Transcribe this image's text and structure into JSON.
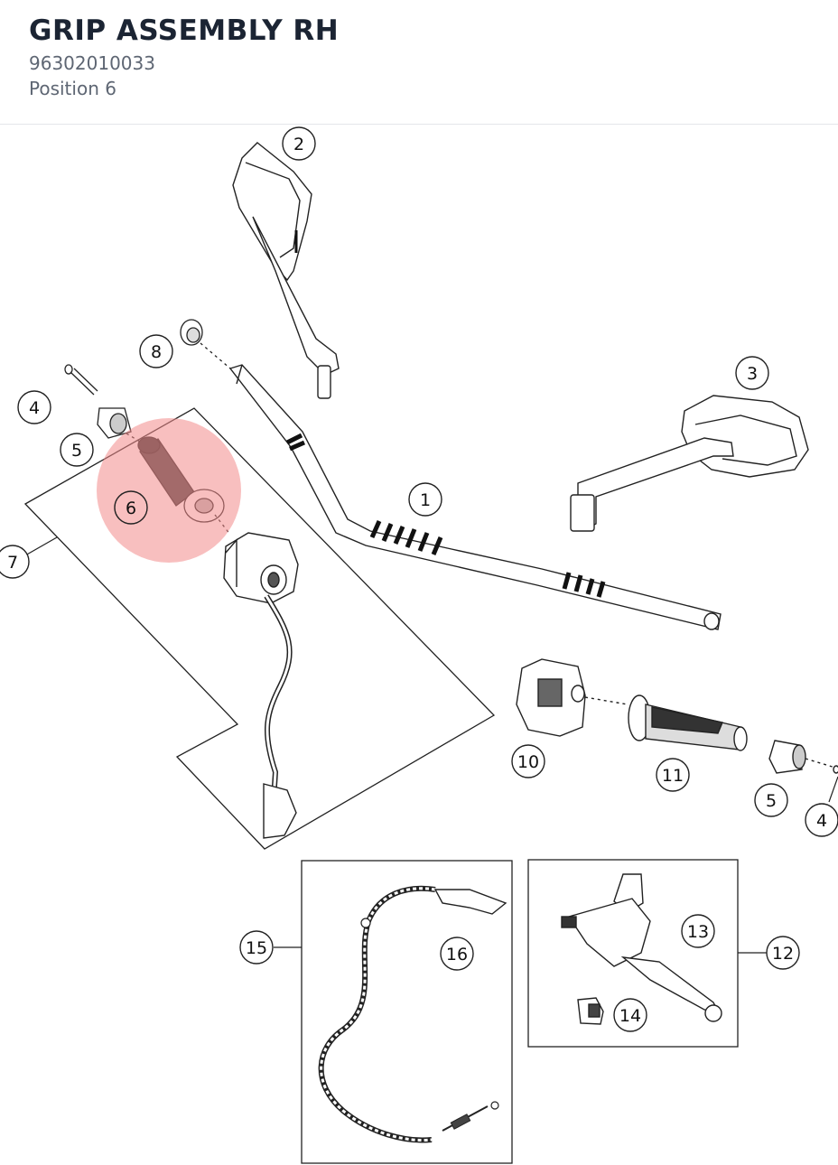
{
  "part": {
    "name": "GRIP ASSEMBLY RH",
    "number": "96302010033",
    "position": "Position 6"
  },
  "highlight_color": "#f28b8b",
  "callouts": {
    "c1": "1",
    "c2": "2",
    "c3": "3",
    "c4a": "4",
    "c4b": "4",
    "c5a": "5",
    "c5b": "5",
    "c6": "6",
    "c7": "7",
    "c8": "8",
    "c10": "10",
    "c11": "11",
    "c12": "12",
    "c13": "13",
    "c14": "14",
    "c15": "15",
    "c16": "16"
  }
}
